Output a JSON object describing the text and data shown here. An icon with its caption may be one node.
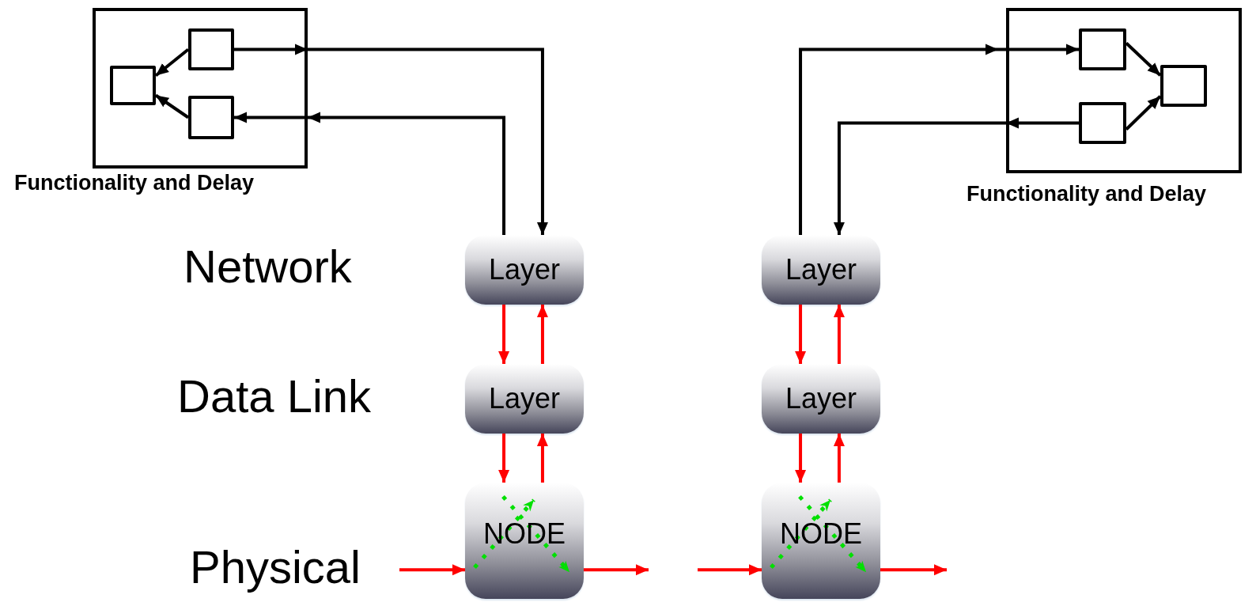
{
  "diagram": {
    "nodes": [
      {
        "text": [
          "Functionality and Delay"
        ]
      },
      {
        "text": [],
        "shape": "box",
        "in": 0
      },
      {
        "text": [],
        "shape": "box",
        "in": 0
      },
      {
        "text": [],
        "shape": "box",
        "in": 0
      },
      {
        "text": [
          "Functionality and Delay"
        ]
      },
      {
        "text": [],
        "shape": "box",
        "in": 4
      },
      {
        "text": [],
        "shape": "box",
        "in": 4
      },
      {
        "text": [],
        "shape": "box",
        "in": 4
      },
      {
        "text": [
          "Layer"
        ]
      },
      {
        "text": [
          "Layer"
        ]
      },
      {
        "text": [
          "NODE"
        ]
      },
      {
        "text": [
          "Layer"
        ]
      },
      {
        "text": [
          "Layer"
        ]
      },
      {
        "text": [
          "NODE"
        ]
      }
    ],
    "edges": [
      {
        "from": 2,
        "to": 1,
        "arrow": "to",
        "color": "#000000"
      },
      {
        "from": 3,
        "to": 1,
        "arrow": "to",
        "color": "#000000"
      },
      {
        "from": 2,
        "to": 8,
        "arrow": "to",
        "color": "#000000"
      },
      {
        "from": 8,
        "to": 3,
        "arrow": "to",
        "color": "#000000"
      },
      {
        "from": 5,
        "to": 7,
        "arrow": "to",
        "color": "#000000"
      },
      {
        "from": 6,
        "to": 7,
        "arrow": "to",
        "color": "#000000"
      },
      {
        "from": 11,
        "to": 5,
        "arrow": "to",
        "color": "#000000"
      },
      {
        "from": 6,
        "to": 11,
        "arrow": "to",
        "color": "#000000"
      },
      {
        "from": 8,
        "to": 9,
        "arrow": "to"
      },
      {
        "from": 9,
        "to": 8,
        "arrow": "to"
      },
      {
        "from": 9,
        "to": 10,
        "arrow": "to"
      },
      {
        "from": 10,
        "to": 9,
        "arrow": "to"
      },
      {
        "from": 11,
        "to": 12,
        "arrow": "to"
      },
      {
        "from": 12,
        "to": 11,
        "arrow": "to"
      },
      {
        "from": 12,
        "to": 13,
        "arrow": "to"
      },
      {
        "from": 13,
        "to": 12,
        "arrow": "to"
      },
      {
        "from": null,
        "to": 10,
        "arrow": "to"
      },
      {
        "from": 10,
        "to": null,
        "arrow": "to"
      },
      {
        "from": null,
        "to": 13,
        "arrow": "to"
      },
      {
        "from": 13,
        "to": null,
        "arrow": "to"
      }
    ],
    "labels": [
      "Network",
      "Data Link",
      "Physical"
    ]
  }
}
